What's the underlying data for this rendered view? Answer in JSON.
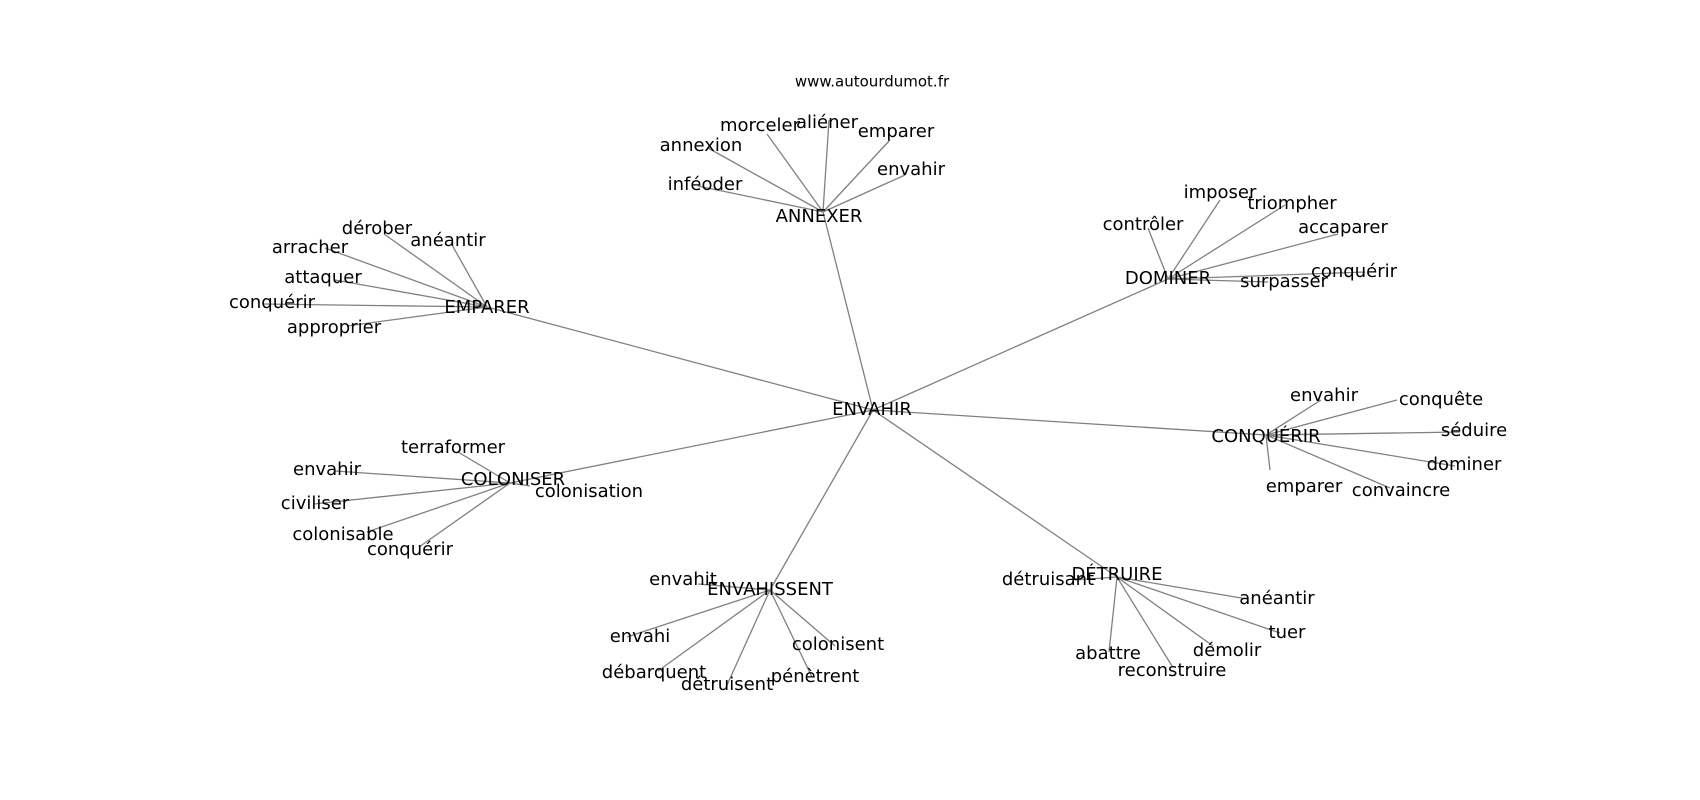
{
  "source": "www.autourdumot.fr",
  "center": "ENVAHIR",
  "clusters": [
    {
      "hub": "ANNEXER",
      "leaves": [
        "annexion",
        "morceler",
        "aliéner",
        "emparer",
        "envahir",
        "inféoder"
      ]
    },
    {
      "hub": "EMPARER",
      "leaves": [
        "dérober",
        "anéantir",
        "arracher",
        "attaquer",
        "conquérir",
        "approprier"
      ]
    },
    {
      "hub": "DOMINER",
      "leaves": [
        "imposer",
        "triompher",
        "contrôler",
        "accaparer",
        "conquérir",
        "surpasser"
      ]
    },
    {
      "hub": "CONQUÉRIR",
      "leaves": [
        "envahir",
        "conquête",
        "séduire",
        "dominer",
        "emparer",
        "convaincre"
      ]
    },
    {
      "hub": "COLONISER",
      "leaves": [
        "terraformer",
        "envahir",
        "civiliser",
        "colonisable",
        "conquérir",
        "colonisation"
      ]
    },
    {
      "hub": "ENVAHISSENT",
      "leaves": [
        "envahit",
        "envahi",
        "débarquent",
        "détruisent",
        "pénètrent",
        "colonisent"
      ]
    },
    {
      "hub": "DÉTRUIRE",
      "leaves": [
        "détruisant",
        "anéantir",
        "tuer",
        "démolir",
        "abattre",
        "reconstruire"
      ]
    }
  ]
}
